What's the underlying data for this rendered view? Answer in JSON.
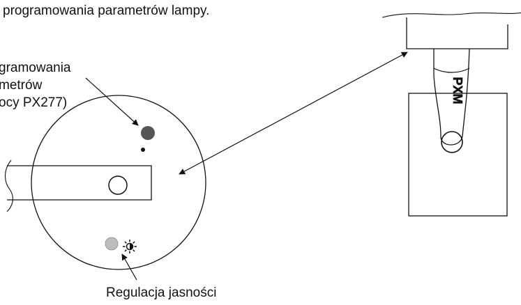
{
  "texts": {
    "heading": "programowania parametrów lampy.",
    "prog_label_line1": "gramowania",
    "prog_label_line2": "metrów",
    "prog_label_line3": "ocy PX277)",
    "brightness_label": "Regulacja jasności",
    "logo_text": "PXM"
  },
  "colors": {
    "line": "#111111",
    "prog_dot": "#555555",
    "brightness_dot": "#bdbdbd",
    "background": "#ffffff"
  },
  "icons": {
    "brightness": "sun-icon"
  }
}
